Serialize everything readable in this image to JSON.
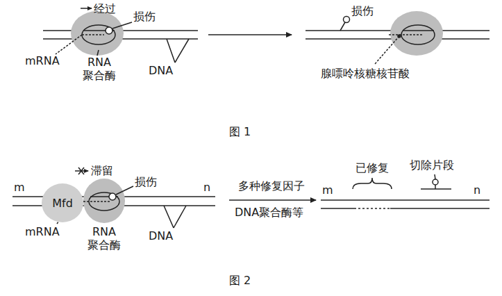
{
  "diagram": {
    "nodes": [
      {
        "text": [
          "Mfd"
        ]
      }
    ],
    "labels": [
      "经过",
      "损伤",
      "mRNA",
      "RNA 聚合酶",
      "DNA",
      "损伤",
      "腺嘌呤核糖核苷酸",
      "图 1",
      "滞留",
      "损伤",
      "m",
      "n",
      "mRNA",
      "RNA 聚合酶",
      "DNA",
      "多种修复因子",
      "DNA聚合酶等",
      "m",
      "已修复",
      "切除片段",
      "n",
      "图 2"
    ]
  }
}
